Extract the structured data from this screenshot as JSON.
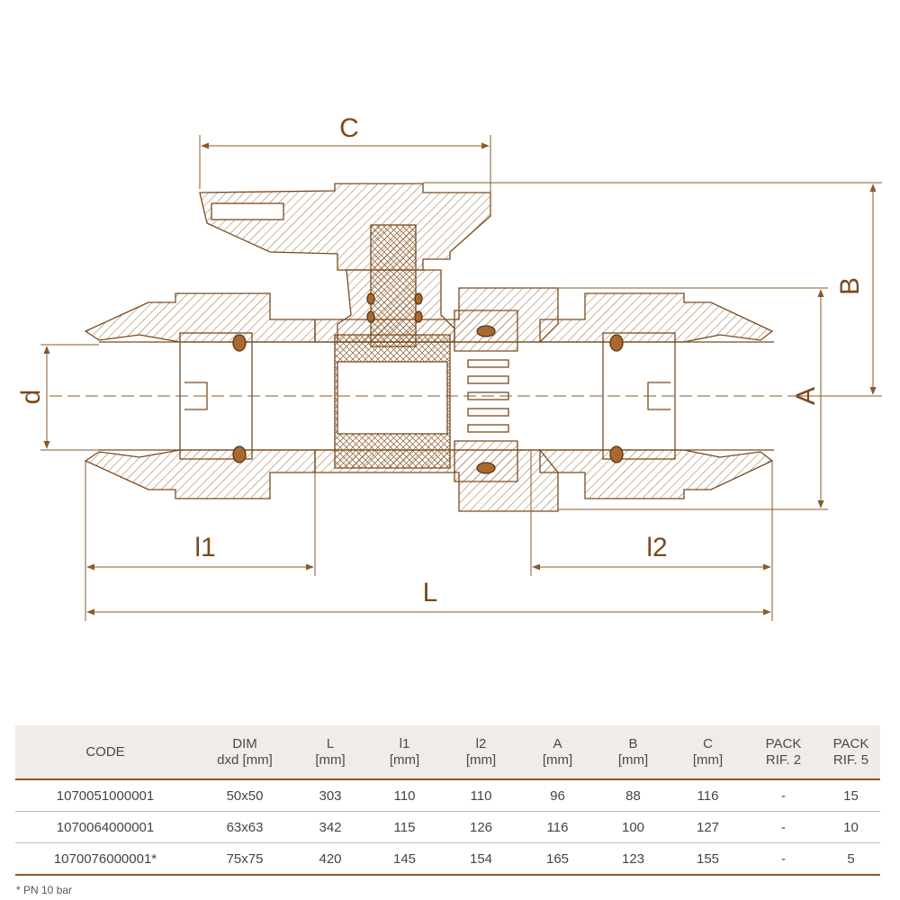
{
  "drawing": {
    "labels": {
      "C": "C",
      "B": "B",
      "A": "A",
      "d": "d",
      "l1": "l1",
      "l2": "l2",
      "L": "L"
    },
    "colors": {
      "outline": "#7a4a1e",
      "dimension": "#8a5a2a"
    }
  },
  "table": {
    "headers": [
      [
        "CODE"
      ],
      [
        "DIM",
        "dxd [mm]"
      ],
      [
        "L",
        "[mm]"
      ],
      [
        "l1",
        "[mm]"
      ],
      [
        "l2",
        "[mm]"
      ],
      [
        "A",
        "[mm]"
      ],
      [
        "B",
        "[mm]"
      ],
      [
        "C",
        "[mm]"
      ],
      [
        "PACK",
        "RIF. 2"
      ],
      [
        "PACK",
        "RIF. 5"
      ]
    ],
    "rows": [
      [
        "1070051000001",
        "50x50",
        "303",
        "110",
        "110",
        "96",
        "88",
        "116",
        "-",
        "15"
      ],
      [
        "1070064000001",
        "63x63",
        "342",
        "115",
        "126",
        "116",
        "100",
        "127",
        "-",
        "10"
      ],
      [
        "1070076000001*",
        "75x75",
        "420",
        "145",
        "154",
        "165",
        "123",
        "155",
        "-",
        "5"
      ]
    ]
  },
  "footnote": "* PN 10 bar"
}
